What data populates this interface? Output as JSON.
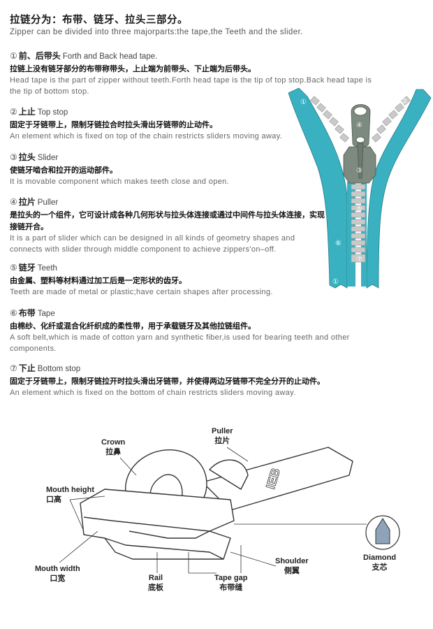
{
  "title": "拉链分为：布带、链牙、拉头三部分。",
  "subtitle": "Zipper can be divided into three majorparts:the tape,the Teeth and the slider.",
  "sections": [
    {
      "num": "①",
      "zh_title": "前、后带头",
      "en_title": "Forth and Back head tape.",
      "zh": "拉链上没有链牙部分的布带称带头，上止端为前带头、下止端为后带头。",
      "en": "Head tape is the part of zipper without teeth.Forth head tape is the tip of top stop.Back head tape is the tip of bottom stop."
    },
    {
      "num": "②",
      "zh_title": "上止",
      "en_title": "Top stop",
      "zh": "固定于牙链带上，限制牙链拉合时拉头滑出牙链带的止动件。",
      "en": "An element which is fixed on top of the chain restricts sliders moving away."
    },
    {
      "num": "③",
      "zh_title": "拉头",
      "en_title": "Slider",
      "zh": "使链牙啮合和拉开的运动部件。",
      "en": "It is movable component which makes teeth close and open."
    },
    {
      "num": "④",
      "zh_title": "拉片",
      "en_title": "Puller",
      "zh": "是拉头的一个组件，它可设计成各种几何形状与拉头体连接或通过中间件与拉头体连接，实现接链开合。",
      "en": "It is a part of slider which can be designed in all kinds of geometry shapes and connects with  slider through middle component to achieve zippers'on–off."
    },
    {
      "num": "⑤",
      "zh_title": "链牙",
      "en_title": "Teeth",
      "zh": "由金属、塑料等材料通过加工后是一定形状的齿牙。",
      "en": "Teeth are made of metal or plastic;have certain shapes after processing."
    },
    {
      "num": "⑥",
      "zh_title": "布带",
      "en_title": "Tape",
      "zh": "由棉纱、化纤或混合化纤织成的柔性带，用于承载链牙及其他拉链组件。",
      "en": "A soft belt,which is made of cotton yarn and synthetic fiber,is used for bearing teeth and other components."
    },
    {
      "num": "⑦",
      "zh_title": "下止",
      "en_title": "Bottom stop",
      "zh": "固定于牙链带上，限制牙链拉开时拉头滑出牙链带，并使得两边牙链带不完全分开的止动件。",
      "en": "An element which is fixed on the bottom of chain restricts sliders moving away."
    }
  ],
  "zipper_markers": [
    "①",
    "②",
    "③",
    "④",
    "⑤",
    "⑥",
    "⑦",
    "①"
  ],
  "diagram": {
    "puller_text": "IEB",
    "labels": {
      "crown_en": "Crown",
      "crown_zh": "拉鼻",
      "puller_en": "Puller",
      "puller_zh": "拉片",
      "mouth_height_en": "Mouth height",
      "mouth_height_zh": "口高",
      "mouth_width_en": "Mouth width",
      "mouth_width_zh": "口宽",
      "rail_en": "Rail",
      "rail_zh": "底板",
      "tape_gap_en": "Tape gap",
      "tape_gap_zh": "布带缝",
      "shoulder_en": "Shoulder",
      "shoulder_zh": "侧翼",
      "diamond_en": "Diamond",
      "diamond_zh": "支芯"
    }
  },
  "colors": {
    "tape": "#39b1c1",
    "teeth": "#c9c9c9",
    "slider": "#7d8a7f",
    "diamond": "#8fa3b8"
  }
}
